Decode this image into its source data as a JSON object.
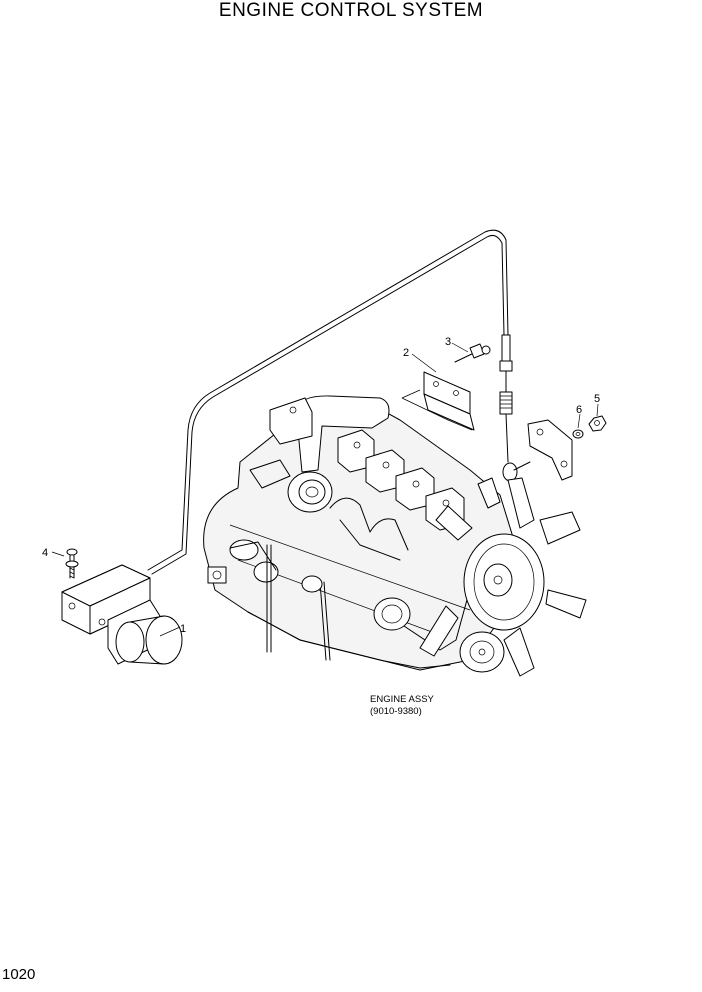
{
  "title": "ENGINE CONTROL SYSTEM",
  "page_number": "1020",
  "callouts": [
    "1",
    "2",
    "3",
    "4",
    "5",
    "6"
  ],
  "assembly": {
    "name": "ENGINE ASSY",
    "range": "(9010-9380)"
  }
}
